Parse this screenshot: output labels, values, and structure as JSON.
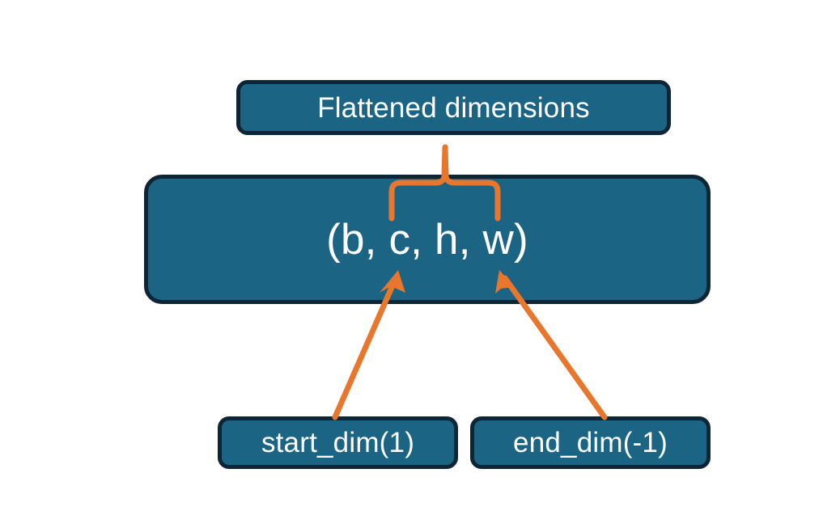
{
  "diagram": {
    "title_text": "Flattened dimensions",
    "background_color": "#ffffff",
    "box_fill_color": "#1b6483",
    "box_border_color": "#0d2535",
    "box_text_color": "#ffffff",
    "connector_color": "#e8762c",
    "nodes": {
      "flattened": {
        "label": "Flattened dimensions"
      },
      "tuple": {
        "label": "(b, c, h, w)"
      },
      "start_dim": {
        "label": "start_dim(1)"
      },
      "end_dim": {
        "label": "end_dim(-1)"
      }
    },
    "connectors": [
      {
        "name": "brace-over-chw",
        "type": "curly-brace",
        "from": "tuple",
        "to": "flattened"
      },
      {
        "name": "arrow-start-dim",
        "type": "arrow",
        "from": "start_dim",
        "to": "tuple"
      },
      {
        "name": "arrow-end-dim",
        "type": "arrow",
        "from": "end_dim",
        "to": "tuple"
      }
    ]
  }
}
